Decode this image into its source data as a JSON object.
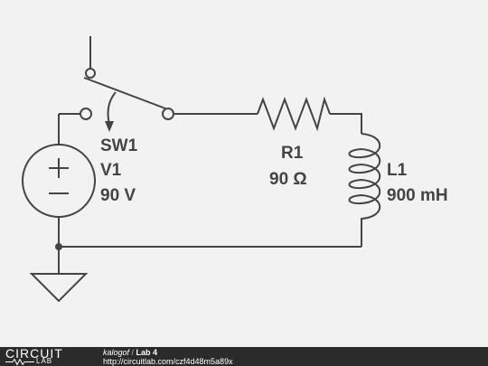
{
  "schematic": {
    "switch": {
      "ref": "SW1"
    },
    "source": {
      "ref": "V1",
      "value": "90 V"
    },
    "resistor": {
      "ref": "R1",
      "value": "90 Ω"
    },
    "inductor": {
      "ref": "L1",
      "value": "900 mH"
    }
  },
  "footer": {
    "logo_top": "CIRCUIT",
    "logo_bottom": "LAB",
    "author": "kalogof",
    "separator": " / ",
    "project": "Lab 4",
    "url": "http://circuitlab.com/czf4d48m5a89x"
  },
  "colors": {
    "ink": "#444444",
    "background": "#f2f2f2",
    "footer": "#2b2b2b"
  }
}
